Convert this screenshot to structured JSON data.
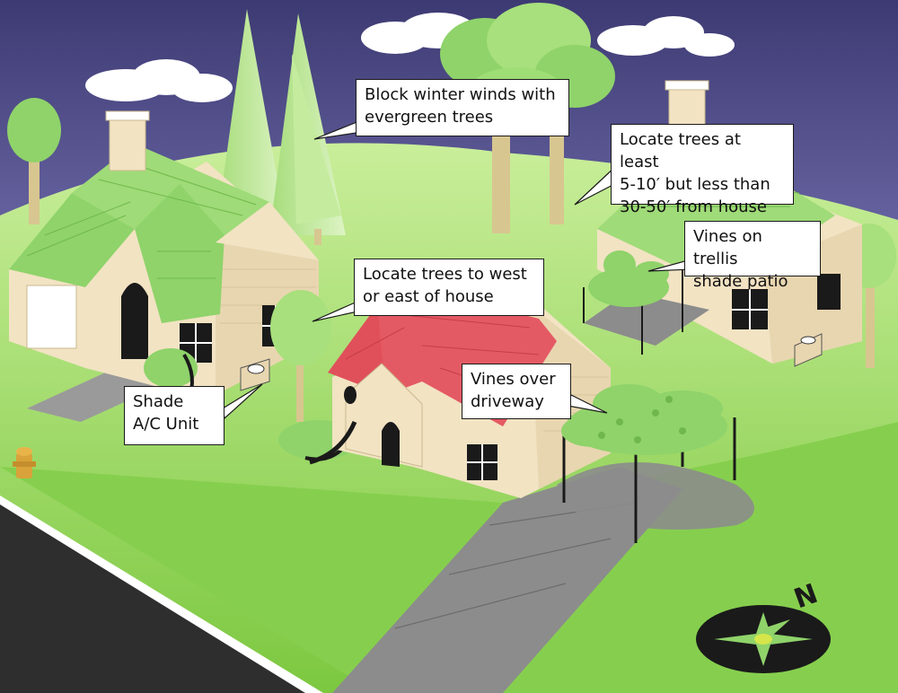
{
  "colors": {
    "sky": "#4a4681",
    "grass": "#8fd34a",
    "roof_green": "#8fd36a",
    "roof_red": "#e0505a",
    "wall": "#f2e3c3",
    "road": "#2e2e2e",
    "sidewalk": "#8c8c8c"
  },
  "callouts": {
    "winter_winds": "Block winter winds with\nevergreen trees",
    "tree_distance": "Locate trees at least\n5-10′ but less than\n30-50′ from house",
    "west_east": "Locate trees to west\nor east of house",
    "trellis": "Vines on trellis\nshade patio",
    "driveway": "Vines over\ndriveway",
    "ac_unit": "Shade\nA/C Unit"
  },
  "compass": {
    "north_label": "N"
  }
}
